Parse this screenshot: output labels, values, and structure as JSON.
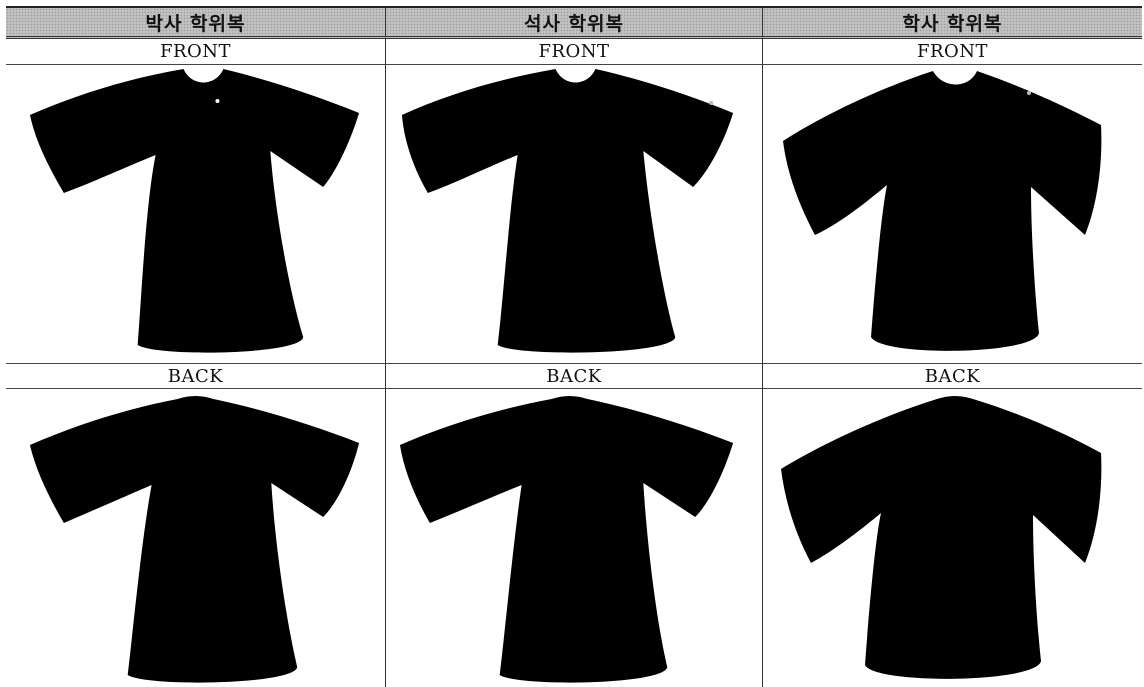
{
  "table": {
    "columns": [
      {
        "heading": "박사 학위복",
        "front_label": "FRONT",
        "back_label": "BACK",
        "front_image": "doctoral-gown-front",
        "back_image": "doctoral-gown-back"
      },
      {
        "heading": "석사 학위복",
        "front_label": "FRONT",
        "back_label": "BACK",
        "front_image": "master-gown-front",
        "back_image": "master-gown-back"
      },
      {
        "heading": "학사 학위복",
        "front_label": "FRONT",
        "back_label": "BACK",
        "front_image": "bachelor-gown-front",
        "back_image": "bachelor-gown-back"
      }
    ]
  },
  "colors": {
    "gown": "#000000",
    "header_background": "#dcdcdc",
    "rule": "#333333"
  }
}
